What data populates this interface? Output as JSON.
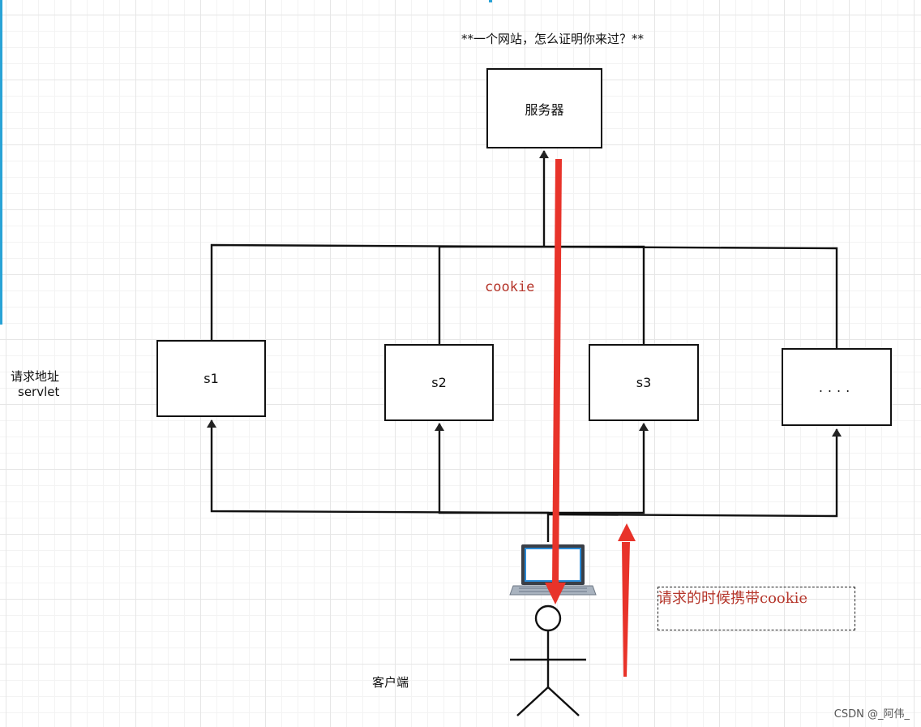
{
  "title": "**一个网站，怎么证明你来过？**",
  "server": {
    "label": "服务器"
  },
  "servlets": [
    {
      "label": "s1"
    },
    {
      "label": "s2"
    },
    {
      "label": "s3"
    },
    {
      "label": "...."
    }
  ],
  "side_label": {
    "line1": "请求地址",
    "line2": "servlet"
  },
  "cookie_label": "cookie",
  "client_label": "客户端",
  "carry_note": "请求的时候携带cookie",
  "watermark": "CSDN @_阿伟_",
  "colors": {
    "line": "#111111",
    "red_arrow": "#e8332a",
    "annotation_red": "#b5352a",
    "accent": "#29a3d6"
  }
}
